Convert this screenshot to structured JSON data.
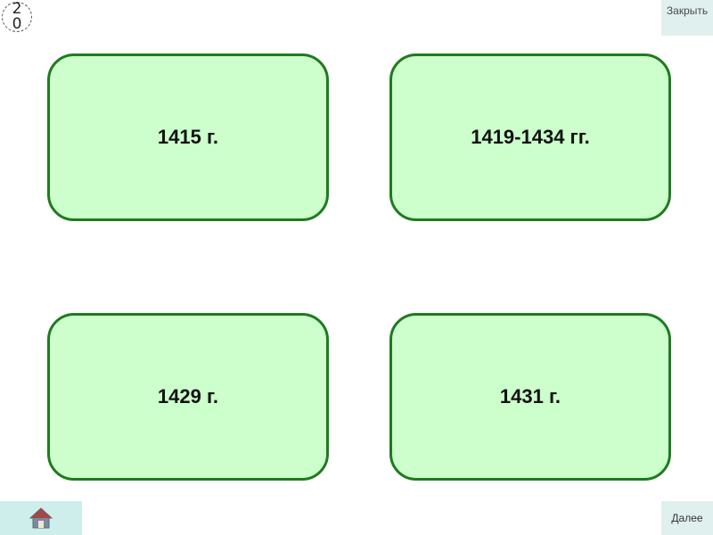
{
  "timer": {
    "digit1": "2",
    "digit2": "0"
  },
  "close_button": {
    "label": "Закрыть"
  },
  "answers": [
    {
      "label": "1415 г."
    },
    {
      "label": "1419-1434 гг."
    },
    {
      "label": "1429 г."
    },
    {
      "label": "1431 г."
    }
  ],
  "home_button": {
    "icon": "home-icon"
  },
  "next_button": {
    "label": "Далее"
  },
  "colors": {
    "card_fill": "#ccffcc",
    "card_border": "#1f7a1f",
    "nav_bg": "#dff0ee",
    "home_bg": "#cdeeea"
  }
}
